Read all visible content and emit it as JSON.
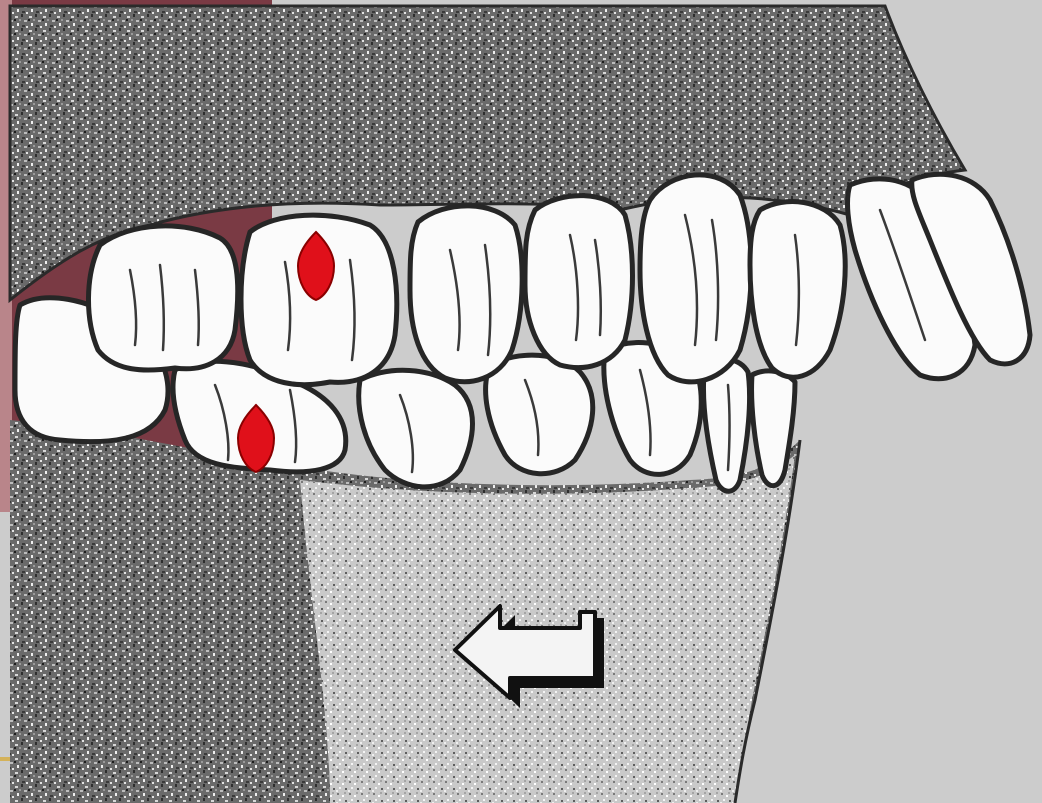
{
  "figure": {
    "kind": "dental occlusion illustration (side view of jaws)",
    "palette": {
      "background": "#ffffff",
      "gum_dark": "#5a5a5a",
      "gum_light": "#cfcfcf",
      "tooth_fill": "#fbfbfb",
      "tooth_outline": "#262626",
      "marker": "#e0101a",
      "backdrop_gray": "#cccccc",
      "corner_accent": "#7a3a44",
      "slide_rule": "#d4b25a"
    },
    "markers": [
      {
        "name": "upper-contact-marker",
        "color": "#e0101a"
      },
      {
        "name": "lower-contact-marker",
        "color": "#e0101a"
      }
    ],
    "direction_arrow": {
      "icon": "left-arrow-icon",
      "direction": "left"
    }
  }
}
